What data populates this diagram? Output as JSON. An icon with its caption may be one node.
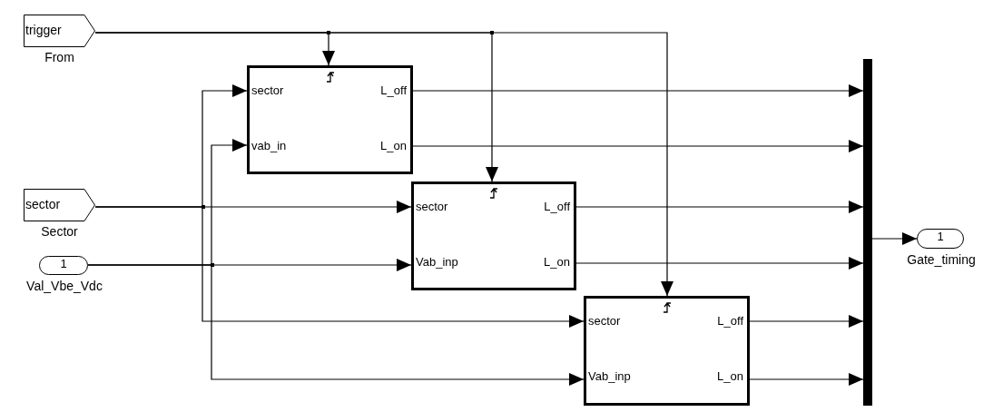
{
  "diagram": {
    "nodes": [
      {
        "text": [
          "trigger"
        ],
        "beside": [
          "From"
        ]
      },
      {
        "text": [
          "sector"
        ],
        "beside": [
          "Sector"
        ]
      },
      {
        "text": [
          "1"
        ],
        "beside": [
          "Val_Vbe_Vdc"
        ]
      },
      {
        "text": [
          "sector",
          "vab_in",
          "L_off",
          "L_on"
        ]
      },
      {
        "text": [
          "sector",
          "Vab_inp",
          "L_off",
          "L_on"
        ]
      },
      {
        "text": [
          "sector",
          "Vab_inp",
          "L_off",
          "L_on"
        ]
      },
      {
        "text": [],
        "shape": "bar"
      },
      {
        "text": [
          "1"
        ],
        "beside": [
          "Gate_timing"
        ]
      }
    ],
    "edges": [
      {
        "from": 0,
        "to": 3,
        "arrow": "to"
      },
      {
        "from": 0,
        "to": 4,
        "arrow": "to"
      },
      {
        "from": 0,
        "to": 5,
        "arrow": "to"
      },
      {
        "from": 1,
        "to": 3,
        "arrow": "to"
      },
      {
        "from": 1,
        "to": 4,
        "arrow": "to"
      },
      {
        "from": 1,
        "to": 5,
        "arrow": "to"
      },
      {
        "from": 2,
        "to": 3,
        "arrow": "to"
      },
      {
        "from": 2,
        "to": 4,
        "arrow": "to"
      },
      {
        "from": 2,
        "to": 5,
        "arrow": "to"
      },
      {
        "from": 3,
        "to": 6,
        "arrow": "to"
      },
      {
        "from": 3,
        "to": 6,
        "arrow": "to"
      },
      {
        "from": 4,
        "to": 6,
        "arrow": "to"
      },
      {
        "from": 4,
        "to": 6,
        "arrow": "to"
      },
      {
        "from": 5,
        "to": 6,
        "arrow": "to"
      },
      {
        "from": 5,
        "to": 6,
        "arrow": "to"
      },
      {
        "from": 6,
        "to": 7,
        "arrow": "to"
      }
    ]
  }
}
